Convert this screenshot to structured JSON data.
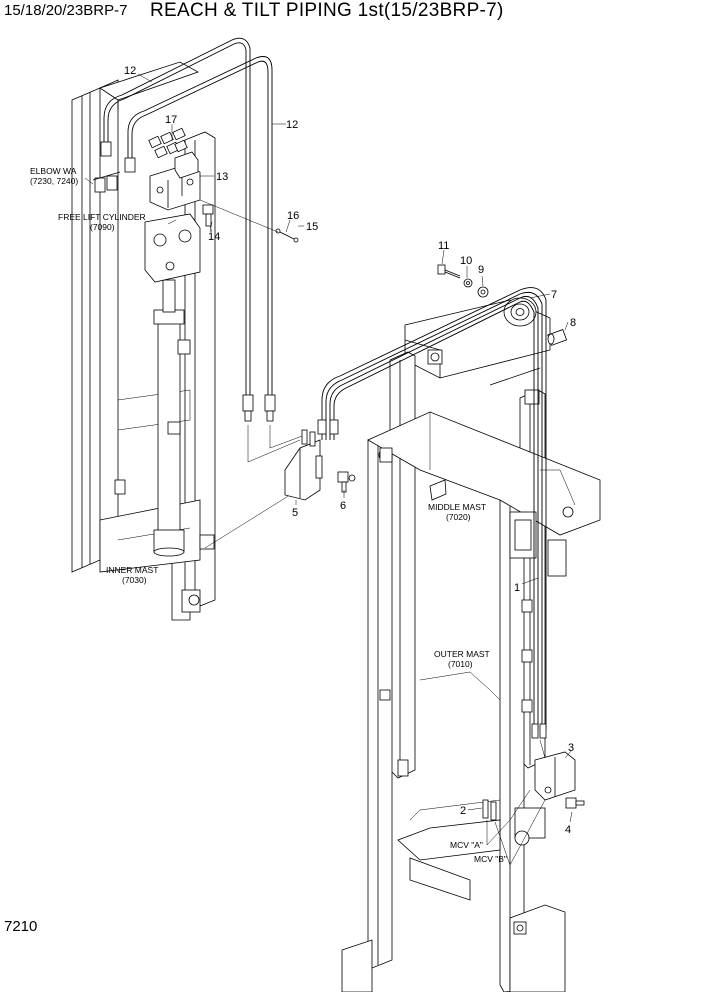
{
  "header": {
    "model": "15/18/20/23BRP-7",
    "title": "REACH & TILT PIPING 1st(15/23BRP-7)"
  },
  "page_number": "7210",
  "callouts": {
    "c12a": "12",
    "c12b": "12",
    "c17": "17",
    "c13": "13",
    "c14": "14",
    "c16": "16",
    "c15": "15",
    "c11": "11",
    "c10": "10",
    "c9": "9",
    "c7": "7",
    "c8": "8",
    "c5": "5",
    "c6": "6",
    "c1": "1",
    "c3": "3",
    "c2": "2",
    "c4": "4"
  },
  "labels": {
    "elbow_wa": "ELBOW WA",
    "elbow_wa_ref": "(7230, 7240)",
    "free_lift": "FREE LIFT CYLINDER",
    "free_lift_ref": "(7090)",
    "inner_mast": "INNER MAST",
    "inner_mast_ref": "(7030)",
    "middle_mast": "MIDDLE MAST",
    "middle_mast_ref": "(7020)",
    "outer_mast": "OUTER MAST",
    "outer_mast_ref": "(7010)",
    "mcv_a": "MCV \"A\"",
    "mcv_b": "MCV \"B\""
  }
}
